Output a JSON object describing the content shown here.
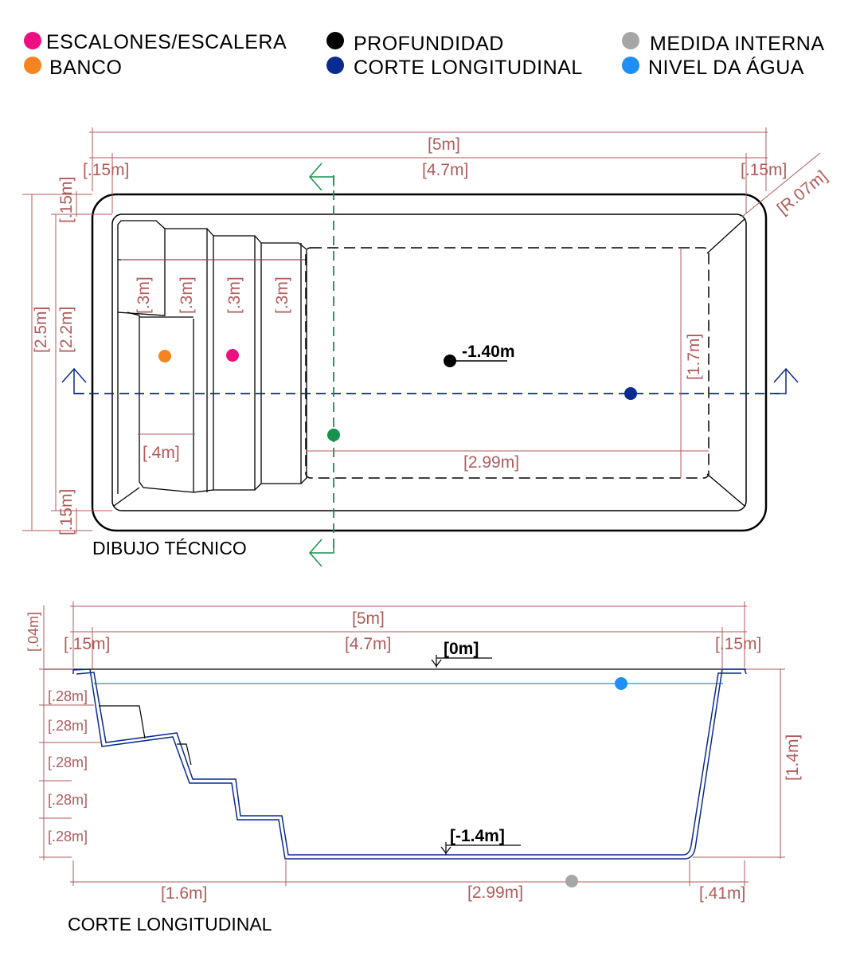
{
  "legend": {
    "items": [
      {
        "label": "ESCALONES/ESCALERA",
        "color": "#ee0f80"
      },
      {
        "label": "BANCO",
        "color": "#f58320"
      },
      {
        "label": "PROFUNDIDAD",
        "color": "#000000"
      },
      {
        "label": "CORTE LONGITUDINAL",
        "color": "#0a2b8f"
      },
      {
        "label": "MEDIDA INTERNA",
        "color": "#a6a6a6"
      },
      {
        "label": "NIVEL DA ÁGUA",
        "color": "#1e8ff7"
      }
    ]
  },
  "colors": {
    "dimension": "#b25b5b",
    "section_line": "#0a2b8f",
    "cross_section_line": "#15924b",
    "water_line": "#4aa3e0",
    "profile": "#0a2b8f"
  },
  "plan": {
    "caption": "DIBUJO TÉCNICO",
    "depth_label": "-1.40m",
    "dims": {
      "total_length": "[5m]",
      "inner_length": "[4.7m]",
      "left_rim": "[.15m]",
      "right_rim": "[.15m]",
      "corner_radius": "[R.07m]",
      "total_width": "[2.5m]",
      "inner_width": "[2.2m]",
      "top_rim": "[.15m]",
      "bottom_rim": "[.15m]",
      "step_1": "[.3m]",
      "step_2": "[.3m]",
      "step_3": "[.3m]",
      "step_4": "[.3m]",
      "bench": "[.4m]",
      "floor_width": "[1.7m]",
      "floor_length": "[2.99m]"
    }
  },
  "section": {
    "caption": "CORTE LONGITUDINAL",
    "top_level": "[0m]",
    "bottom_level": "[-1.4m]",
    "dims": {
      "total_length": "[5m]",
      "inner_length": "[4.7m]",
      "left_rim": "[.15m]",
      "right_rim": "[.15m]",
      "rim_height": "[.04m]",
      "riser_1": "[.28m]",
      "riser_2": "[.28m]",
      "riser_3": "[.28m]",
      "riser_4": "[.28m]",
      "riser_5": "[.28m]",
      "depth": "[1.4m]",
      "stairs_run": "[1.6m]",
      "floor_length": "[2.99m]",
      "end_slope": "[.41m]"
    }
  }
}
